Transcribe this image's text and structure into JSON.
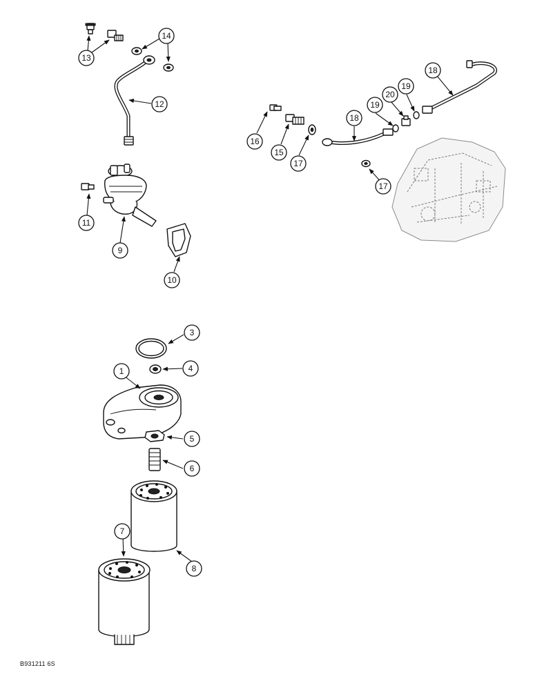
{
  "figure_code": "B931211 6S",
  "callouts": {
    "c1": "1",
    "c3": "3",
    "c4": "4",
    "c5": "5",
    "c6": "6",
    "c7": "7",
    "c8": "8",
    "c9": "9",
    "c10": "10",
    "c11": "11",
    "c12": "12",
    "c13": "13",
    "c14": "14",
    "c15": "15",
    "c16": "16",
    "c17a": "17",
    "c17b": "17",
    "c18a": "18",
    "c18b": "18",
    "c19a": "19",
    "c19b": "19",
    "c20": "20"
  }
}
